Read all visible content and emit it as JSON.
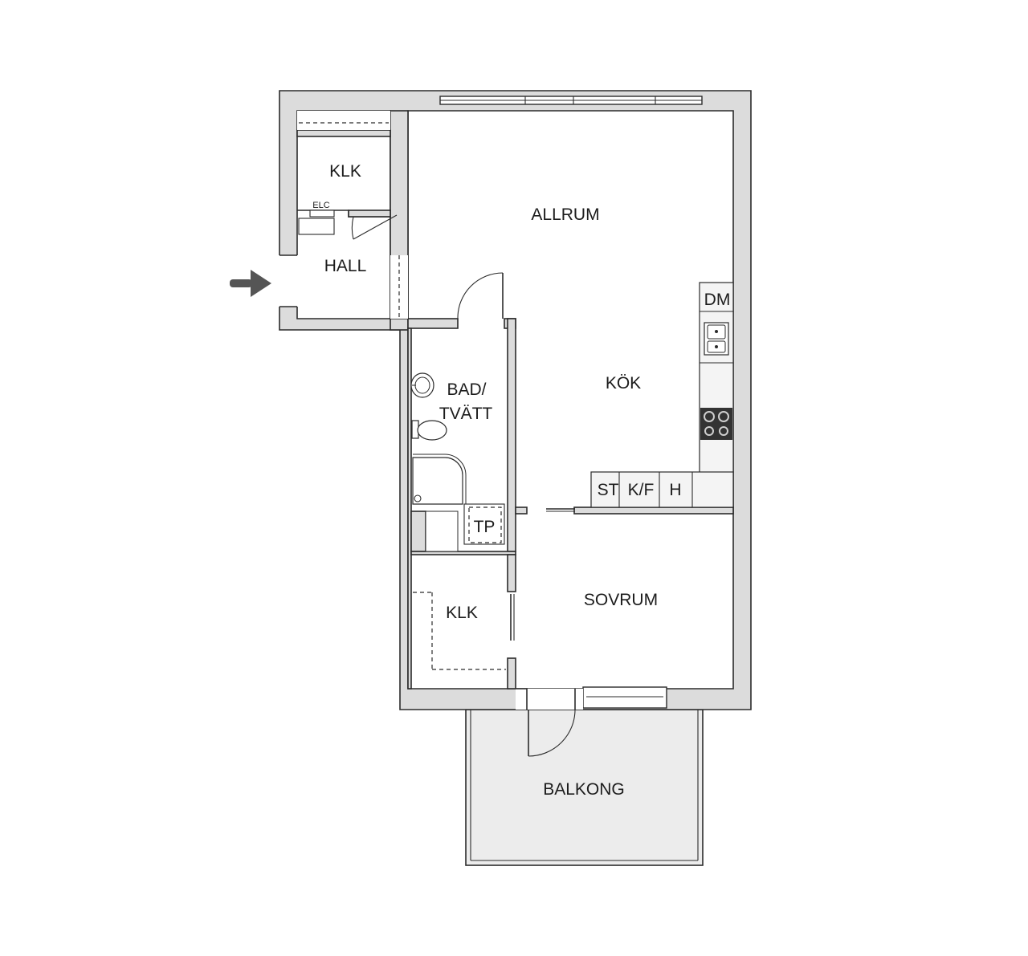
{
  "rooms": {
    "klk_top": "KLK",
    "hall": "HALL",
    "allrum": "ALLRUM",
    "kok": "KÖK",
    "bad_line1": "BAD/",
    "bad_line2": "TVÄTT",
    "klk_bottom": "KLK",
    "sovrum": "SOVRUM",
    "balkong": "BALKONG"
  },
  "fixtures": {
    "elc": "ELC",
    "dm": "DM",
    "st": "ST",
    "kf": "K/F",
    "h": "H",
    "tp": "TP"
  },
  "colors": {
    "wall_fill": "#dcdcdc",
    "line": "#2b2b2b",
    "balcony_fill": "#ececec",
    "arrow": "#555555",
    "stove": "#333333"
  },
  "icons": {
    "entrance": "arrow-right-icon"
  }
}
